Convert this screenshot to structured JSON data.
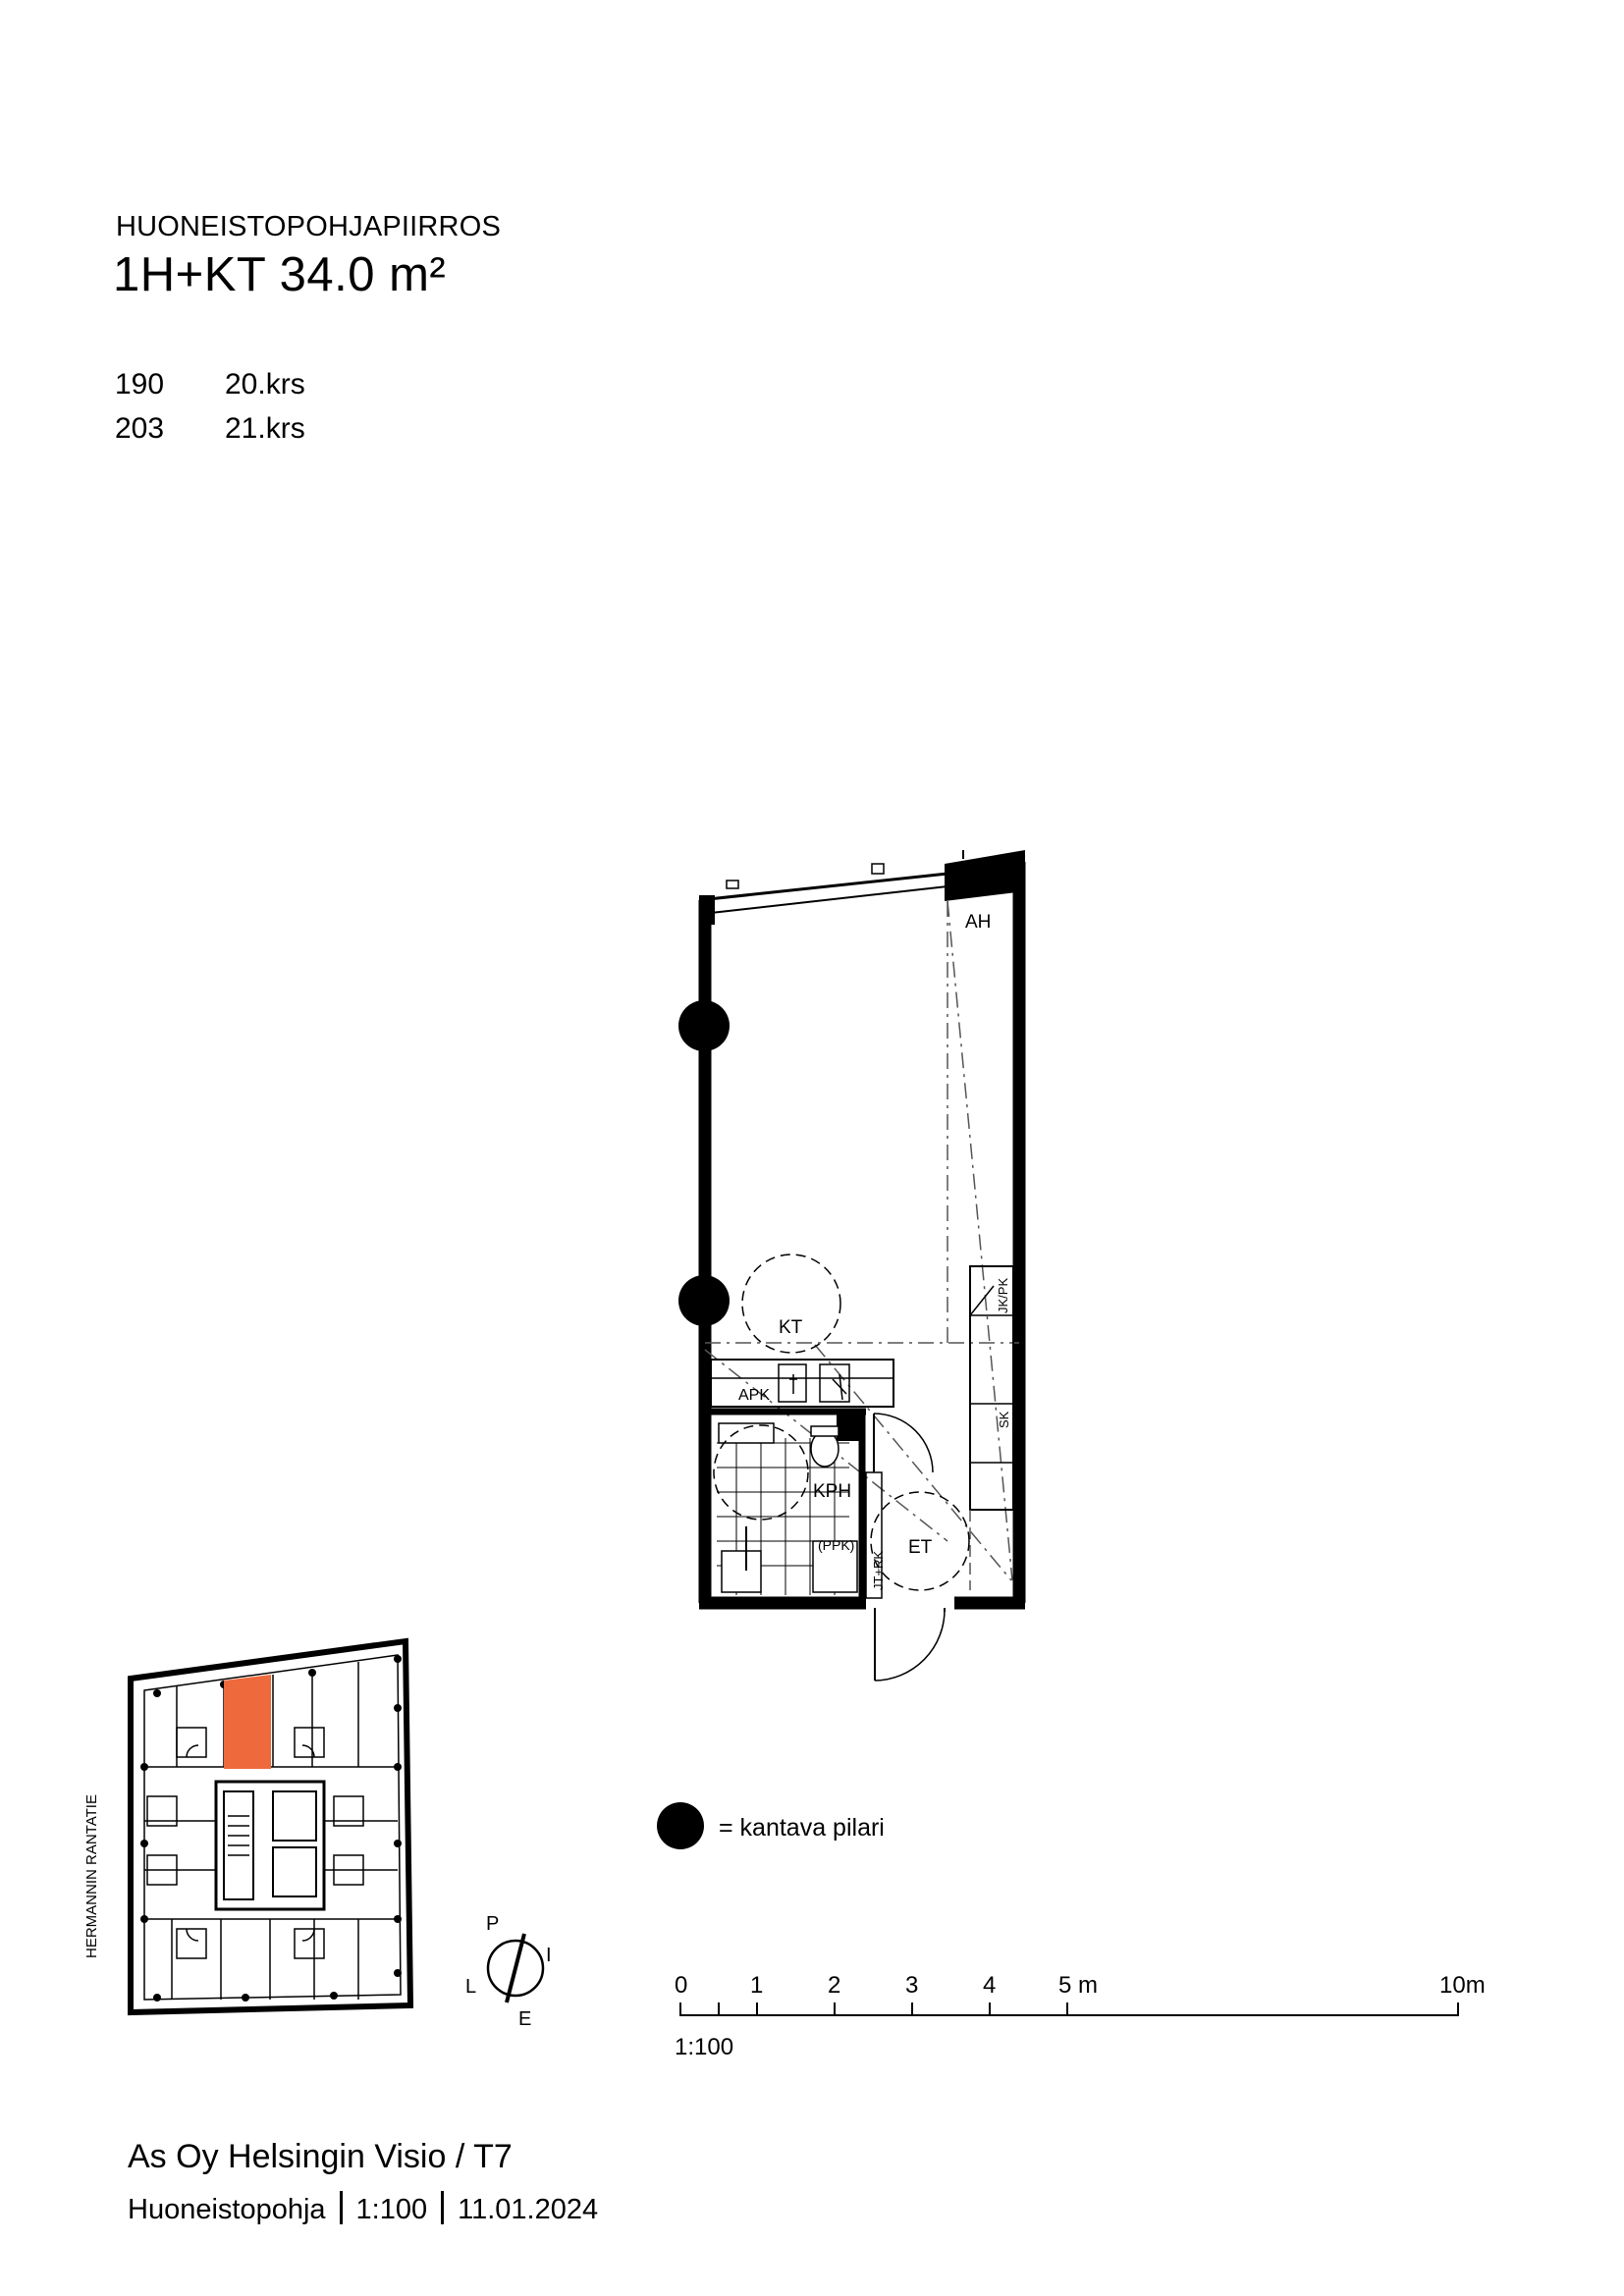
{
  "header": {
    "doc_type": "HUONEISTOPOHJAPIIRROS",
    "apartment_type": "1H+KT  34.0 m²",
    "apartments": [
      {
        "number": "190",
        "floor": "20.krs"
      },
      {
        "number": "203",
        "floor": "21.krs"
      }
    ]
  },
  "plan": {
    "rooms": {
      "ah": "AH",
      "kt": "KT",
      "apk": "APK",
      "kph": "KPH",
      "et": "ET",
      "jkpk": "JK/PK",
      "sk": "SK",
      "ppk": "(PPK)",
      "jtrk": "JT+RK"
    },
    "legend": "= kantava pilari"
  },
  "site_plan": {
    "street": "HERMANNIN RANTATIE",
    "highlight_color": "#ee6a3c"
  },
  "compass": {
    "n": "P",
    "e": "I",
    "s": "E",
    "w": "L"
  },
  "scale_bar": {
    "ticks": [
      "0",
      "1",
      "2",
      "3",
      "4",
      "5 m",
      "10m"
    ],
    "ratio": "1:100"
  },
  "footer": {
    "project": "As Oy Helsingin Visio / T7",
    "doc_label": "Huoneistopohja",
    "scale": "1:100",
    "date": "11.01.2024"
  }
}
